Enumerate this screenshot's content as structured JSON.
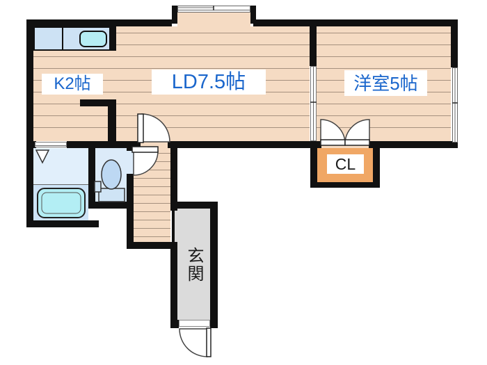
{
  "plan": {
    "rooms": {
      "kitchen": {
        "label": "K2帖"
      },
      "living": {
        "label": "LD7.5帖"
      },
      "western": {
        "label": "洋室5帖"
      },
      "closet": {
        "label": "CL"
      },
      "entrance": {
        "label": "玄関"
      }
    },
    "colors": {
      "wall": "#111111",
      "floor": "#f5dbc3",
      "floorline": "#a5907e",
      "counter": "#cde2f4",
      "sink": "#b6edf4",
      "bathupper": "#e1effb",
      "bathlower": "#cde3f6",
      "tub": "#b3eef4",
      "toiletroom": "#dcebf9",
      "toiletbowl": "#bdd8f3",
      "genkan": "#dbdbdb",
      "closet": "#f0a765",
      "labelblue": "#1a66cc",
      "labeldark": "#1a1a1a"
    }
  }
}
